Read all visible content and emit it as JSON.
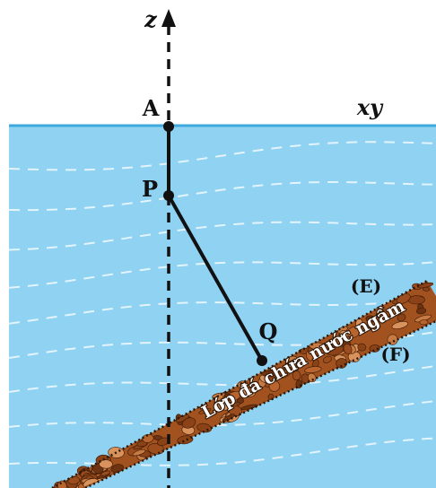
{
  "labels": {
    "axis_z": "z",
    "axis_xy": "xy",
    "point_a": "A",
    "point_p": "P",
    "point_q": "Q",
    "plane_e": "(E)",
    "plane_f": "(F)",
    "layer": "Lớp đá chứa nước ngầm"
  },
  "colors": {
    "water": "#8fd2f2",
    "water_surface": "#3fa8dc",
    "rock": "#a1521f",
    "rock_dark": "#5c2a0e",
    "rock_light": "#d98a52",
    "line": "#111111",
    "white": "#ffffff"
  }
}
